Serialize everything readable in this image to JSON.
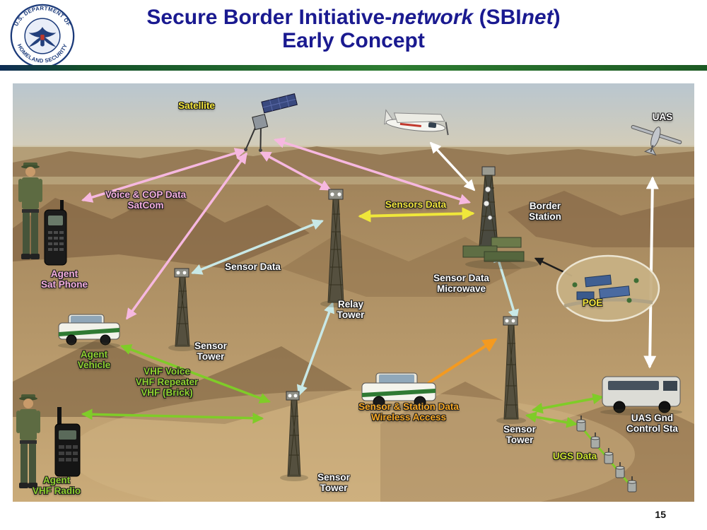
{
  "header": {
    "title": {
      "part1": "Secure Border Initiative-",
      "italic1": "network",
      "part2": " (SBI",
      "italic2": "net",
      "part3": ")",
      "line2": "Early Concept"
    },
    "seal": {
      "arc_top": "U.S. DEPARTMENT OF",
      "arc_bottom": "HOMELAND SECURITY"
    }
  },
  "diagram": {
    "node_labels": {
      "satellite": "Satellite",
      "uas": "UAS",
      "agent_sat_phone": "Agent\nSat Phone",
      "agent_vehicle": "Agent\nVehicle",
      "agent_vhf_radio": "Agent\nVHF Radio",
      "border_station": "Border\nStation",
      "relay_tower": "Relay\nTower",
      "sensor_tower_left": "Sensor\nTower",
      "sensor_tower_bottom": "Sensor\nTower",
      "sensor_tower_right": "Sensor\nTower",
      "poe": "POE",
      "uas_gnd_control": "UAS Gnd\nControl Sta"
    },
    "link_labels": {
      "satcom": "Voice & COP Data\nSatCom",
      "sensors_data": "Sensors Data",
      "sensor_data": "Sensor Data",
      "sensor_data_microwave": "Sensor Data\nMicrowave",
      "vhf": "VHF Voice\nVHF Repeater\nVHF (Brick)",
      "wireless_access": "Sensor & Station Data\nWireless Access",
      "ugs_data": "UGS Data"
    },
    "colors": {
      "satcom_pink": "#f6b8e0",
      "sensors_yellow": "#efe73a",
      "microwave_cyan": "#c8e8e6",
      "vhf_green": "#7fcc28",
      "wireless_orange": "#f49a20",
      "link_white": "#ffffff",
      "station_black": "#1d1d1d",
      "title_navy": "#1a1a90"
    }
  },
  "footer": {
    "page_number": "15"
  }
}
